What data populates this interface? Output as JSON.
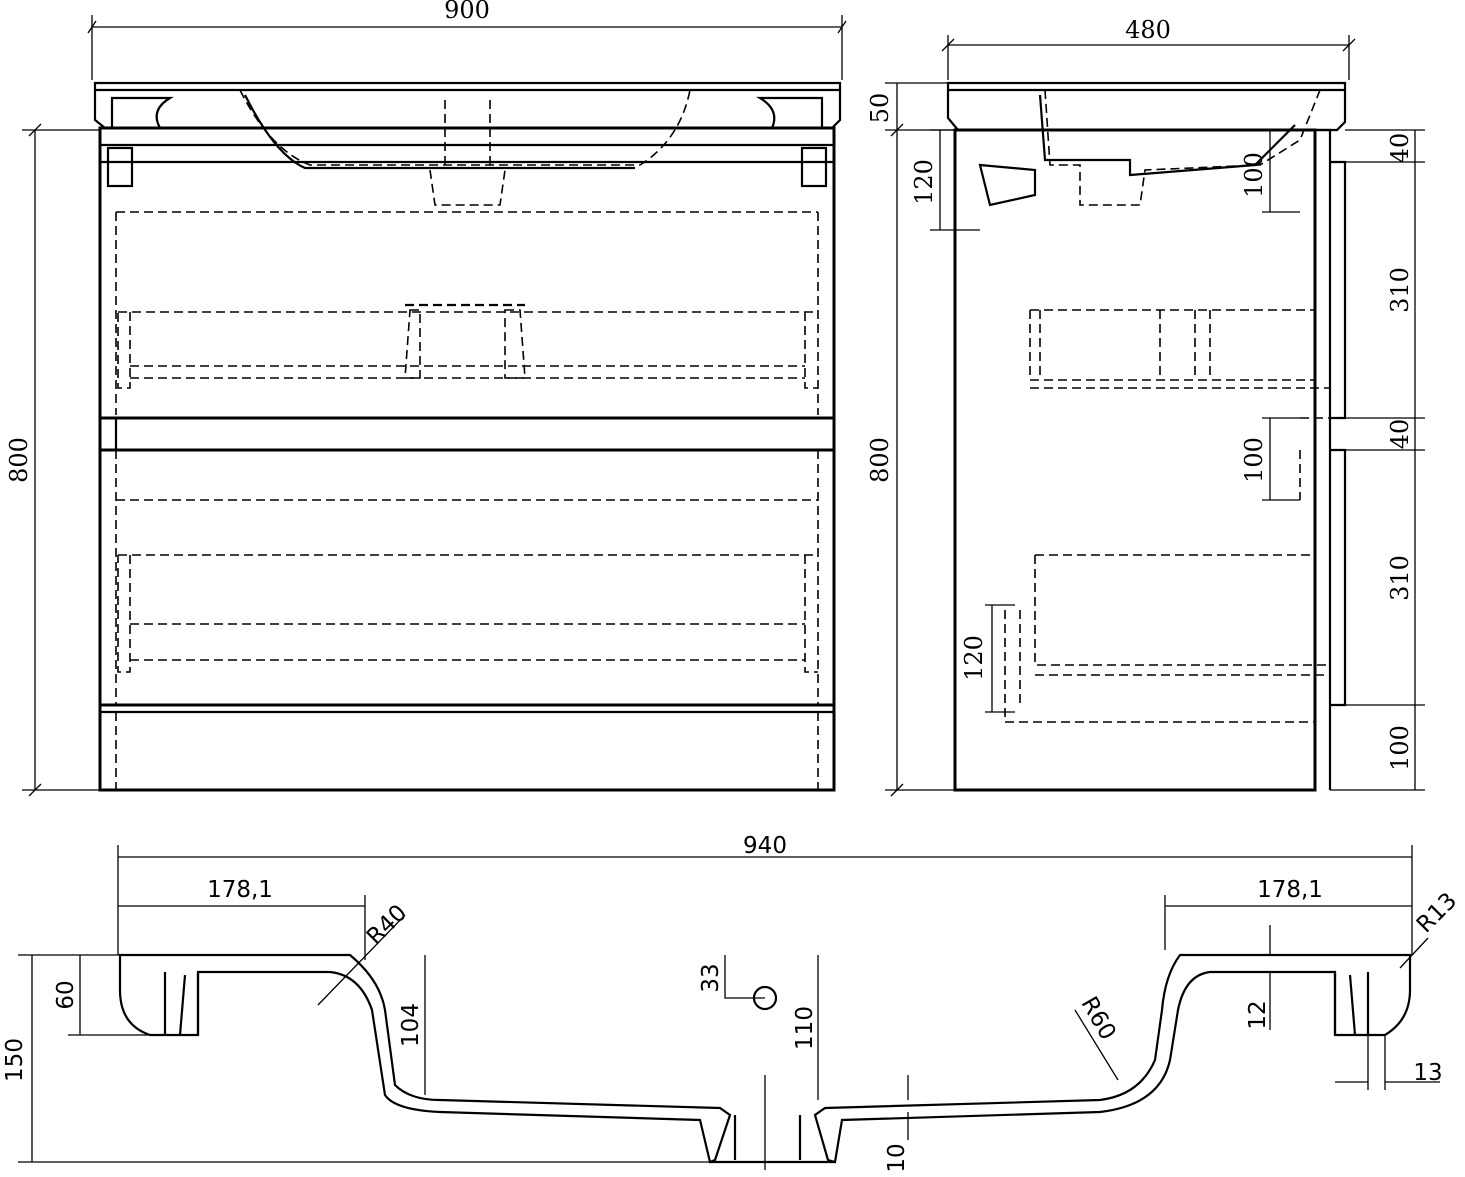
{
  "front_view": {
    "width": "900",
    "height": "800"
  },
  "side_view": {
    "depth": "480",
    "top": "50",
    "height": "800",
    "siphon_upper": "120",
    "siphon_lower": "120",
    "gap_upper": "100",
    "gap_middle": "100",
    "right_40_top": "40",
    "right_310_top": "310",
    "right_40_mid": "40",
    "right_310_bottom": "310",
    "right_100_bottom": "100"
  },
  "basin_section": {
    "total_width": "940",
    "ledge_left": "178,1",
    "ledge_right": "178,1",
    "radius_left": "R40",
    "radius_corner": "R13",
    "radius_bowl": "R60",
    "height_total": "150",
    "edge_height": "60",
    "bowl_depth": "104",
    "overflow": "33",
    "depth_center": "110",
    "thickness_right": "12",
    "edge_right": "13",
    "bottom_thickness": "10"
  }
}
